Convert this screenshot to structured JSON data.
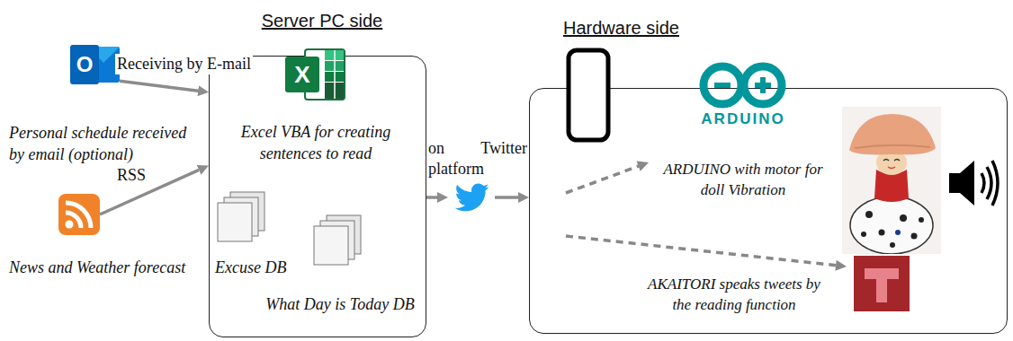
{
  "diagram": {
    "nodes": [
      {
        "text": [
          "O",
          "Personal schedule received by email (optional)"
        ]
      },
      {
        "text": [
          "News and Weather forecast"
        ]
      },
      {
        "text": [
          "Server PC side"
        ]
      },
      {
        "text": [
          "X",
          "Excel VBA for creating sentences to read"
        ],
        "in": 2
      },
      {
        "text": [
          "Excuse DB"
        ],
        "in": 2
      },
      {
        "text": [
          "What Day is Today DB"
        ],
        "in": 2
      },
      {
        "text": [
          "on Twitter platform"
        ]
      },
      {
        "text": [
          "Hardware side"
        ]
      },
      {
        "text": [
          "ARDUINO",
          "ARDUINO with motor for doll Vibration"
        ],
        "in": 7
      },
      {
        "text": [
          "AKAITORI speaks tweets by the reading function"
        ],
        "in": 7
      }
    ],
    "edges": [
      {
        "from": 0,
        "to": 2,
        "label": "Receiving by E-mail",
        "arrow": "to"
      },
      {
        "from": 1,
        "to": 2,
        "label": "RSS",
        "arrow": "to"
      },
      {
        "from": 2,
        "to": 6,
        "arrow": "to"
      },
      {
        "from": 6,
        "to": 7,
        "arrow": "to"
      }
    ]
  }
}
